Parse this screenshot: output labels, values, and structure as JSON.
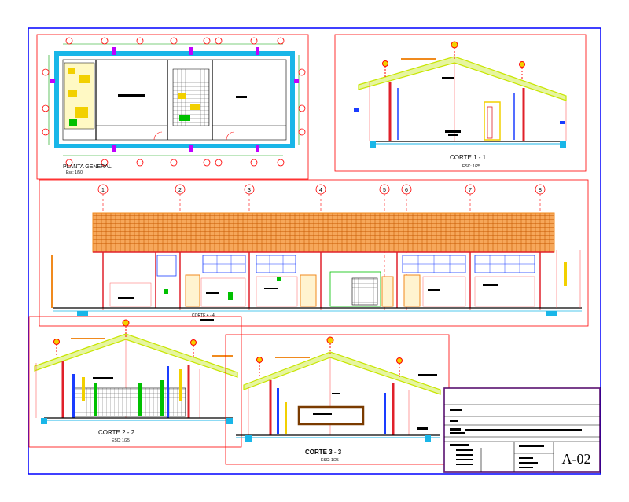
{
  "plan": {
    "title": "PLANTA GENERAL",
    "scale": "Esc: 1/50"
  },
  "corte11": {
    "title": "CORTE 1 - 1",
    "scale": "ESC:   1/25"
  },
  "corte44": {
    "title": "CORTE 4 - 4"
  },
  "corte22": {
    "title": "CORTE 2 - 2",
    "scale": "ESC:   1/25"
  },
  "corte33": {
    "title": "CORTE 3 - 3",
    "scale": "ESC:   1/25"
  },
  "axes": [
    "1",
    "2",
    "3",
    "4",
    "5",
    "6",
    "7",
    "8"
  ],
  "titleblock": {
    "sheet": "A-02"
  },
  "colors": {
    "frame": "#0000ff",
    "viewport": "#ff0000",
    "roof": "#c8e600",
    "tile": "#f08a1e",
    "wall": "#e0202a",
    "wall2": "#ff6060",
    "cyan": "#19b6e8",
    "blue": "#1a3cff",
    "magenta": "#c000ff",
    "yellow": "#f2d000",
    "green": "#00c000"
  }
}
